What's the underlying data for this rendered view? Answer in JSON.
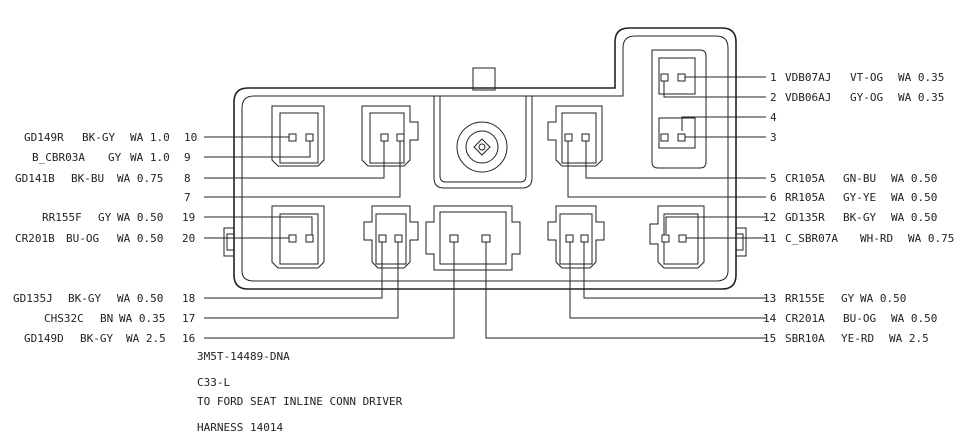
{
  "pins_left": [
    {
      "num": "10",
      "circuit": "GD149R",
      "color": "BK-GY",
      "spec": "WA 1.0"
    },
    {
      "num": "9",
      "circuit": "B_CBR03A",
      "color": "GY",
      "spec": "WA 1.0"
    },
    {
      "num": "8",
      "circuit": "GD141B",
      "color": "BK-BU",
      "spec": "WA 0.75"
    },
    {
      "num": "7",
      "circuit": "",
      "color": "",
      "spec": ""
    },
    {
      "num": "19",
      "circuit": "RR155F",
      "color": "GY",
      "spec": "WA 0.50"
    },
    {
      "num": "20",
      "circuit": "CR201B",
      "color": "BU-OG",
      "spec": "WA 0.50"
    },
    {
      "num": "18",
      "circuit": "GD135J",
      "color": "BK-GY",
      "spec": "WA 0.50"
    },
    {
      "num": "17",
      "circuit": "CHS32C",
      "color": "BN",
      "spec": "WA 0.35"
    },
    {
      "num": "16",
      "circuit": "GD149D",
      "color": "BK-GY",
      "spec": "WA 2.5"
    }
  ],
  "pins_right": [
    {
      "num": "1",
      "circuit": "VDB07AJ",
      "color": "VT-OG",
      "spec": "WA 0.35"
    },
    {
      "num": "2",
      "circuit": "VDB06AJ",
      "color": "GY-OG",
      "spec": "WA 0.35"
    },
    {
      "num": "4",
      "circuit": "",
      "color": "",
      "spec": ""
    },
    {
      "num": "3",
      "circuit": "",
      "color": "",
      "spec": ""
    },
    {
      "num": "5",
      "circuit": "CR105A",
      "color": "GN-BU",
      "spec": "WA 0.50"
    },
    {
      "num": "6",
      "circuit": "RR105A",
      "color": "GY-YE",
      "spec": "WA 0.50"
    },
    {
      "num": "12",
      "circuit": "GD135R",
      "color": "BK-GY",
      "spec": "WA 0.50"
    },
    {
      "num": "11",
      "circuit": "C_SBR07A",
      "color": "WH-RD",
      "spec": "WA 0.75"
    },
    {
      "num": "13",
      "circuit": "RR155E",
      "color": "GY",
      "spec": "WA 0.50"
    },
    {
      "num": "14",
      "circuit": "CR201A",
      "color": "BU-OG",
      "spec": "WA 0.50"
    },
    {
      "num": "15",
      "circuit": "SBR10A",
      "color": "YE-RD",
      "spec": "WA 2.5"
    }
  ],
  "notes": {
    "part_number": "3M5T-14489-DNA",
    "connector_id": "C33-L",
    "description": "TO FORD SEAT INLINE CONN DRIVER",
    "harness": "HARNESS 14014"
  }
}
